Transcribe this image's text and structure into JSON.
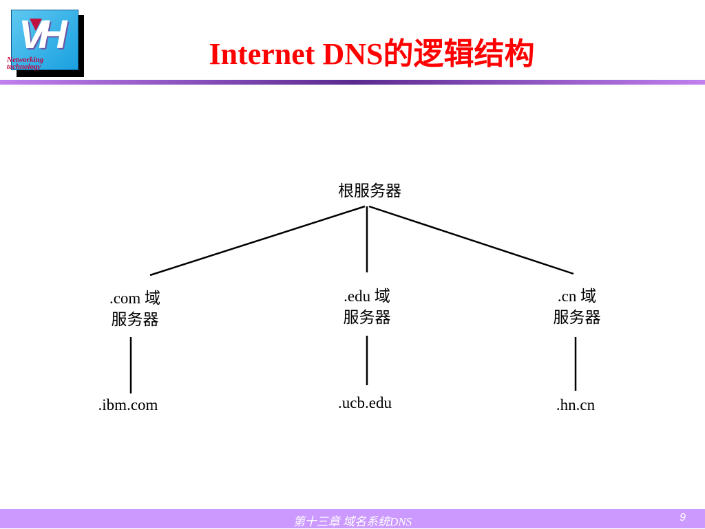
{
  "header": {
    "title": "Internet DNS的逻辑结构",
    "logo_line1": "Networking",
    "logo_line2": "technology"
  },
  "diagram": {
    "root": "根服务器",
    "domains": [
      {
        "line1": ".com 域",
        "line2": "服务器",
        "child": ".ibm.com"
      },
      {
        "line1": ".edu 域",
        "line2": "服务器",
        "child": ".ucb.edu"
      },
      {
        "line1": ".cn 域",
        "line2": "服务器",
        "child": ".hn.cn"
      }
    ]
  },
  "footer": {
    "chapter": "第十三章   域名系统DNS",
    "page": "9"
  }
}
